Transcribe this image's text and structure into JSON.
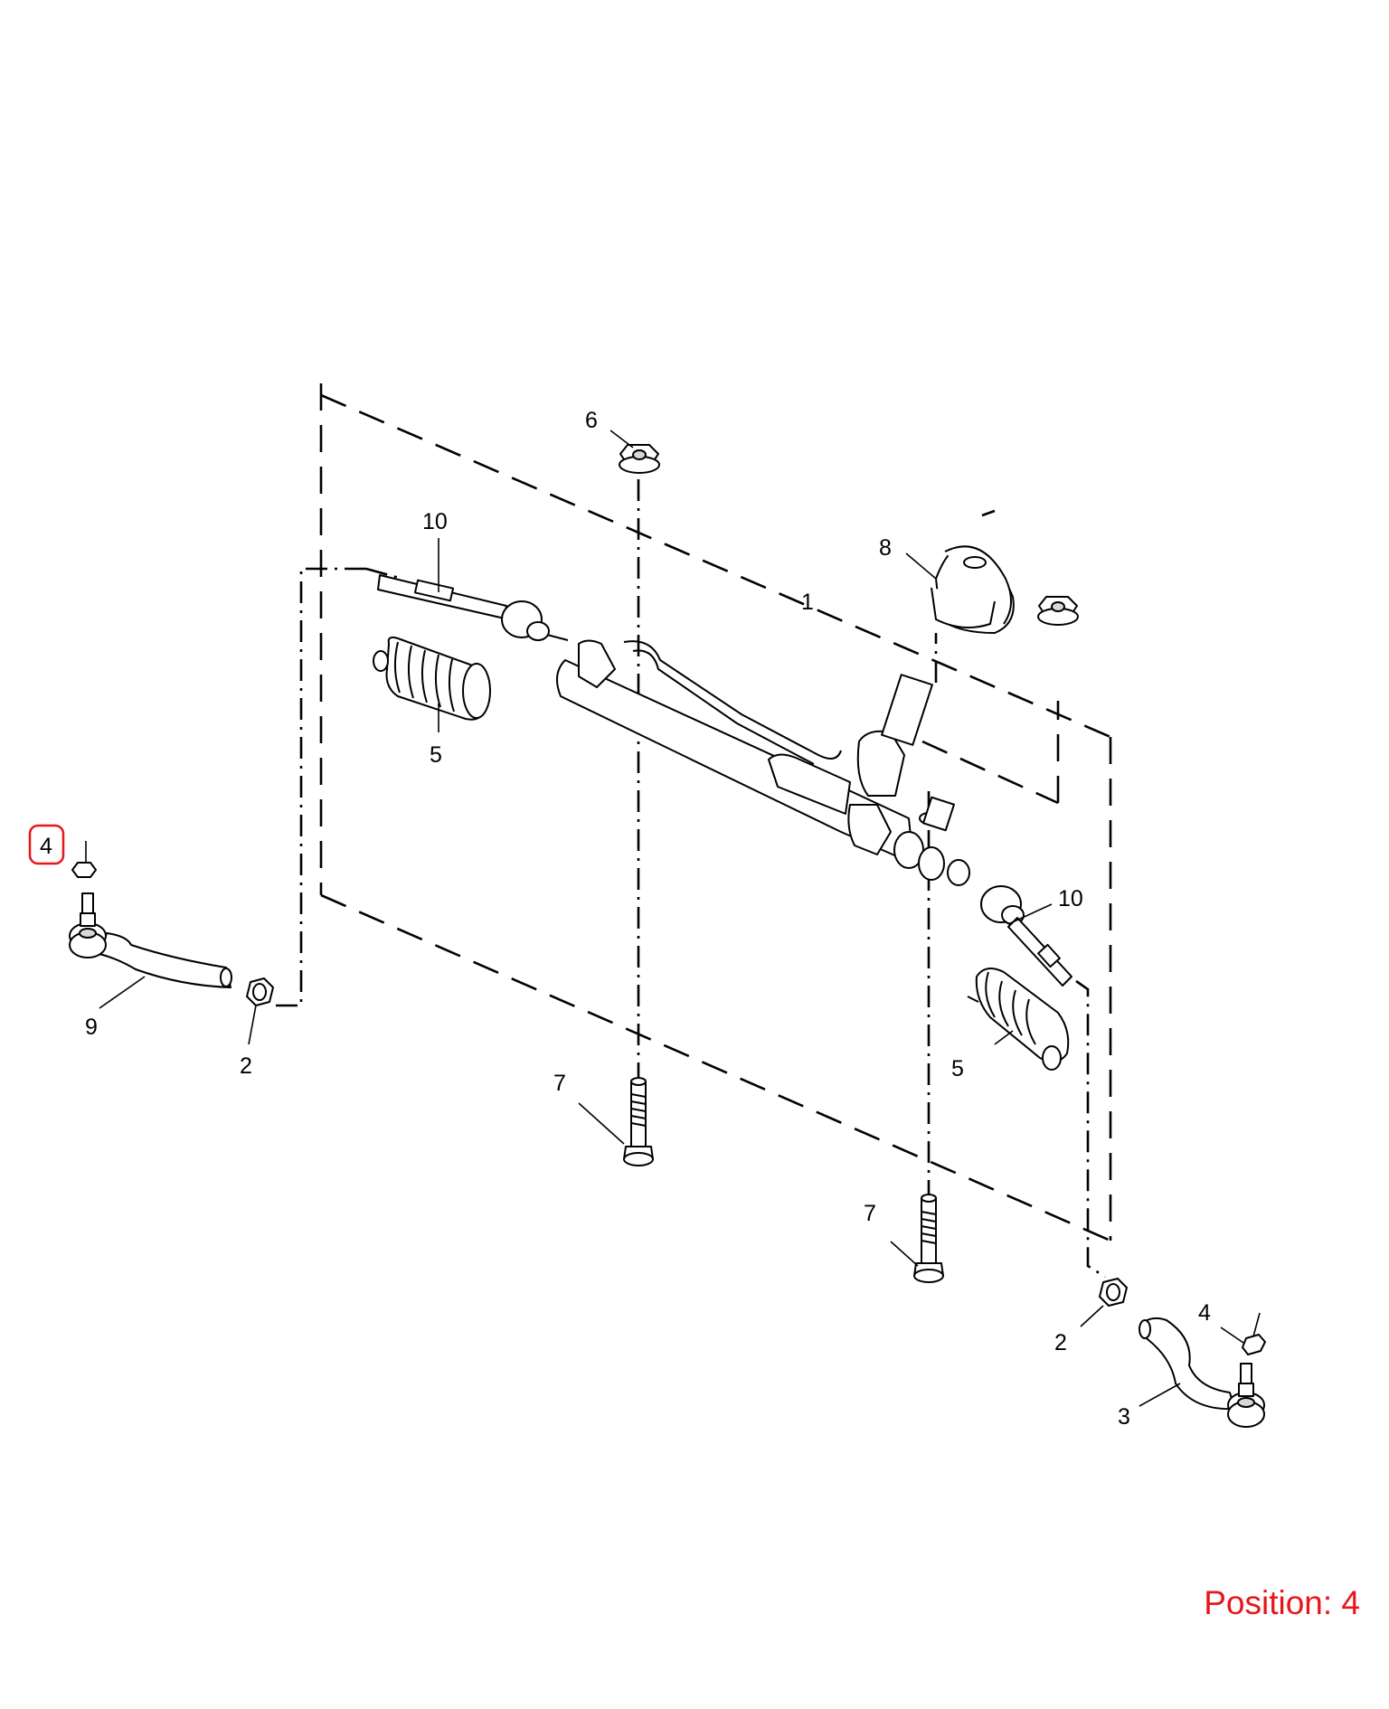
{
  "diagram": {
    "callouts": {
      "c1": "1",
      "c2_left": "2",
      "c2_right": "2",
      "c3": "3",
      "c4_left": "4",
      "c4_right": "4",
      "c5_left": "5",
      "c5_right": "5",
      "c6": "6",
      "c7_left": "7",
      "c7_right": "7",
      "c8": "8",
      "c9": "9",
      "c10_left": "10",
      "c10_right": "10"
    },
    "highlighted_callout": "c4_left",
    "highlight_color": "#e8161b"
  },
  "position_label": "Position: 4"
}
